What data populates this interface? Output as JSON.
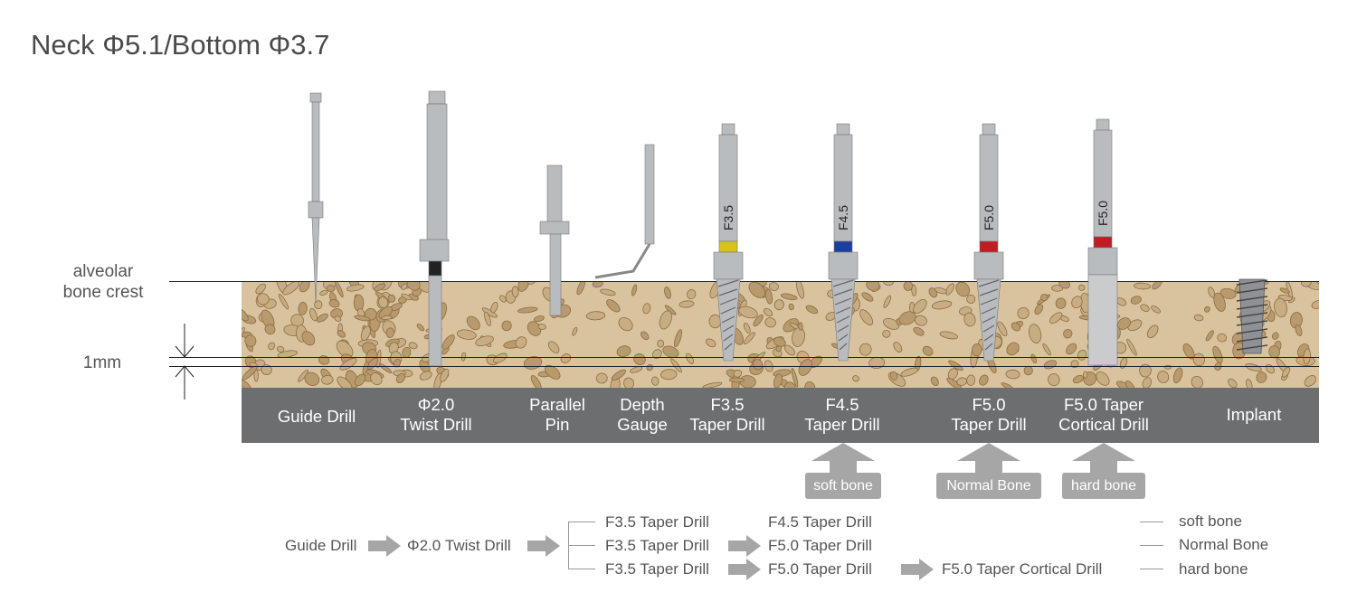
{
  "title": "Neck Φ5.1/Bottom Φ3.7",
  "side_labels": {
    "crest": [
      "alveolar",
      "bone crest"
    ],
    "depth": "1mm"
  },
  "tools": [
    {
      "lines": [
        "Guide Drill"
      ]
    },
    {
      "lines": [
        "Φ2.0",
        "Twist Drill"
      ]
    },
    {
      "lines": [
        "Parallel",
        "Pin"
      ]
    },
    {
      "lines": [
        "Depth",
        "Gauge"
      ]
    },
    {
      "lines": [
        "F3.5",
        "Taper Drill"
      ],
      "engraving": "F3.5",
      "band_color": "#d8c21a"
    },
    {
      "lines": [
        "F4.5",
        "Taper Drill"
      ],
      "engraving": "F4.5",
      "band_color": "#1a3fa0"
    },
    {
      "lines": [
        "F5.0",
        "Taper Drill"
      ],
      "engraving": "F5.0",
      "band_color": "#c01d22"
    },
    {
      "lines": [
        "F5.0 Taper",
        "Cortical Drill"
      ],
      "engraving": "F5.0",
      "band_color": "#c01d22"
    },
    {
      "lines": [
        "Implant"
      ]
    }
  ],
  "bone_tags": [
    "soft bone",
    "Normal Bone",
    "hard bone"
  ],
  "sequence": {
    "start": "Guide Drill",
    "second": "Φ2.0 Twist Drill",
    "rows": [
      [
        "F3.5 Taper Drill",
        "F4.5 Taper Drill"
      ],
      [
        "F3.5 Taper Drill",
        "F5.0 Taper Drill"
      ],
      [
        "F3.5 Taper Drill",
        "F5.0 Taper Drill",
        "F5.0 Taper Cortical Drill"
      ]
    ]
  },
  "legend": [
    "soft bone",
    "Normal Bone",
    "hard bone"
  ],
  "colors": {
    "bar": "#6d6e70",
    "bone": "#d9c39f",
    "tag": "#a6a6a6",
    "arrow": "#a6a6a6",
    "metal": "#b9bcbf"
  }
}
